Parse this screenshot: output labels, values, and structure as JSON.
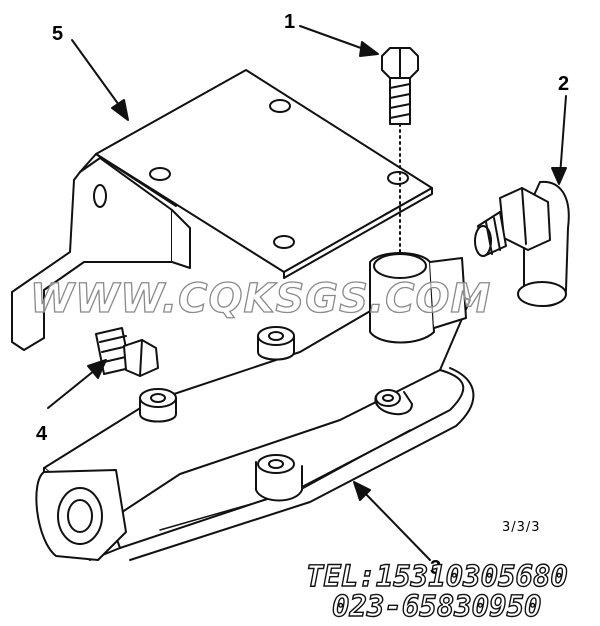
{
  "callouts": {
    "c1": "1",
    "c2": "2",
    "c3": "3",
    "c4": "4",
    "c5": "5"
  },
  "watermark": "WWW.CQKSGS.COM",
  "contact": {
    "tel": "TEL:15310305680",
    "phone": "023-65830950"
  },
  "part_number": "3/3/3",
  "colors": {
    "line": "#111111",
    "background": "#ffffff",
    "watermark_outline": "#8a8a8a"
  }
}
